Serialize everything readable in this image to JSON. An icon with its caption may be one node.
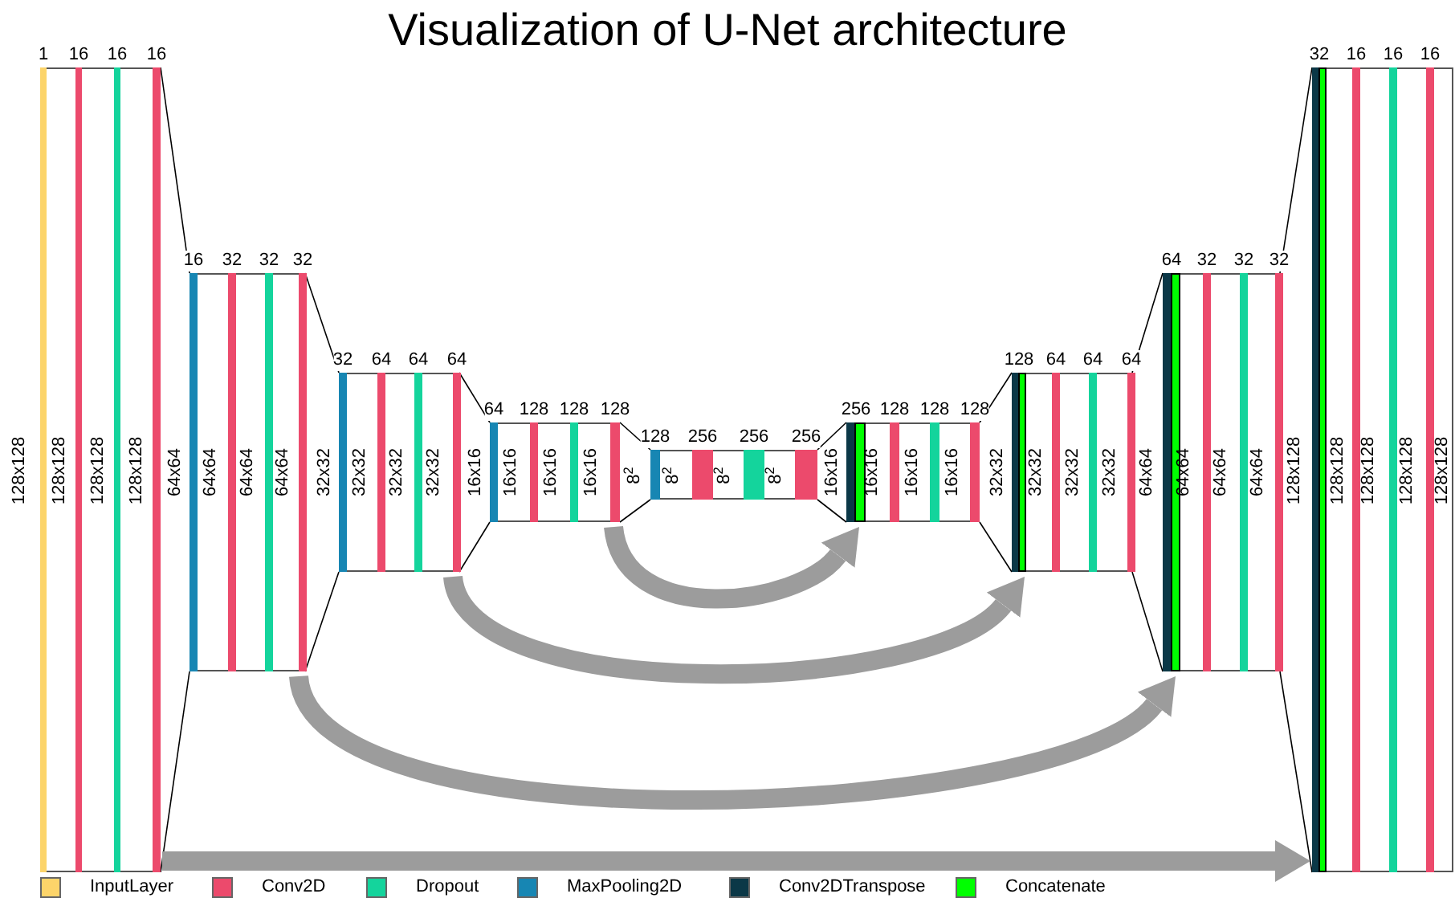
{
  "diagram": {
    "title": "Visualization of U-Net architecture",
    "nodes": [
      {
        "text": [
          "1",
          "16",
          "16",
          "16",
          "128x128",
          "128x128",
          "128x128",
          "128x128"
        ]
      },
      {
        "text": [
          "16",
          "32",
          "32",
          "32",
          "64x64",
          "64x64",
          "64x64",
          "64x64"
        ]
      },
      {
        "text": [
          "32",
          "64",
          "64",
          "64",
          "32x32",
          "32x32",
          "32x32",
          "32x32"
        ]
      },
      {
        "text": [
          "64",
          "128",
          "128",
          "128",
          "16x16",
          "16x16",
          "16x16",
          "16x16"
        ]
      },
      {
        "text": [
          "128",
          "256",
          "256",
          "256",
          "8$^{2}$",
          "8$^{2}$",
          "8$^{2}$",
          "8$^{2}$"
        ]
      },
      {
        "text": [
          "256",
          "128",
          "128",
          "128",
          "16x16",
          "16x16",
          "16x16",
          "16x16"
        ]
      },
      {
        "text": [
          "128",
          "64",
          "64",
          "64",
          "32x32",
          "32x32",
          "32x32",
          "32x32"
        ]
      },
      {
        "text": [
          "64",
          "32",
          "32",
          "32",
          "64x64",
          "64x64",
          "64x64",
          "64x64"
        ]
      },
      {
        "text": [
          "32",
          "16",
          "16",
          "16",
          "128x128",
          "128x128",
          "128x128",
          "128x128",
          "128x128"
        ]
      }
    ],
    "edges": [
      {
        "from": 0,
        "to": 1,
        "arrow": "none"
      },
      {
        "from": 0,
        "to": 1,
        "arrow": "none"
      },
      {
        "from": 1,
        "to": 2,
        "arrow": "none"
      },
      {
        "from": 1,
        "to": 2,
        "arrow": "none"
      },
      {
        "from": 2,
        "to": 3,
        "arrow": "none"
      },
      {
        "from": 2,
        "to": 3,
        "arrow": "none"
      },
      {
        "from": 3,
        "to": 4,
        "arrow": "none"
      },
      {
        "from": 3,
        "to": 4,
        "arrow": "none"
      },
      {
        "from": 4,
        "to": 5,
        "arrow": "none"
      },
      {
        "from": 4,
        "to": 5,
        "arrow": "none"
      },
      {
        "from": 5,
        "to": 6,
        "arrow": "none"
      },
      {
        "from": 5,
        "to": 6,
        "arrow": "none"
      },
      {
        "from": 6,
        "to": 7,
        "arrow": "none"
      },
      {
        "from": 6,
        "to": 7,
        "arrow": "none"
      },
      {
        "from": 7,
        "to": 8,
        "arrow": "none"
      },
      {
        "from": 7,
        "to": 8,
        "arrow": "none"
      },
      {
        "from": 0,
        "to": 8,
        "arrow": "to",
        "style": "thick",
        "color": "#9c9c9c"
      },
      {
        "from": 1,
        "to": 7,
        "arrow": "to",
        "style": "thick",
        "color": "#9c9c9c"
      },
      {
        "from": 2,
        "to": 6,
        "arrow": "to",
        "style": "thick",
        "color": "#9c9c9c"
      },
      {
        "from": 3,
        "to": 5,
        "arrow": "to",
        "style": "thick",
        "color": "#9c9c9c"
      }
    ],
    "legend": [
      {
        "text": "InputLayer",
        "color": "#fcd46a"
      },
      {
        "text": "Conv2D",
        "color": "#ec4a6c"
      },
      {
        "text": "Dropout",
        "color": "#14d49c"
      },
      {
        "text": "MaxPooling2D",
        "color": "#1786b3"
      },
      {
        "text": "Conv2DTranspose",
        "color": "#0b3847"
      },
      {
        "text": "Concatenate",
        "color": "#00ff00"
      }
    ]
  }
}
